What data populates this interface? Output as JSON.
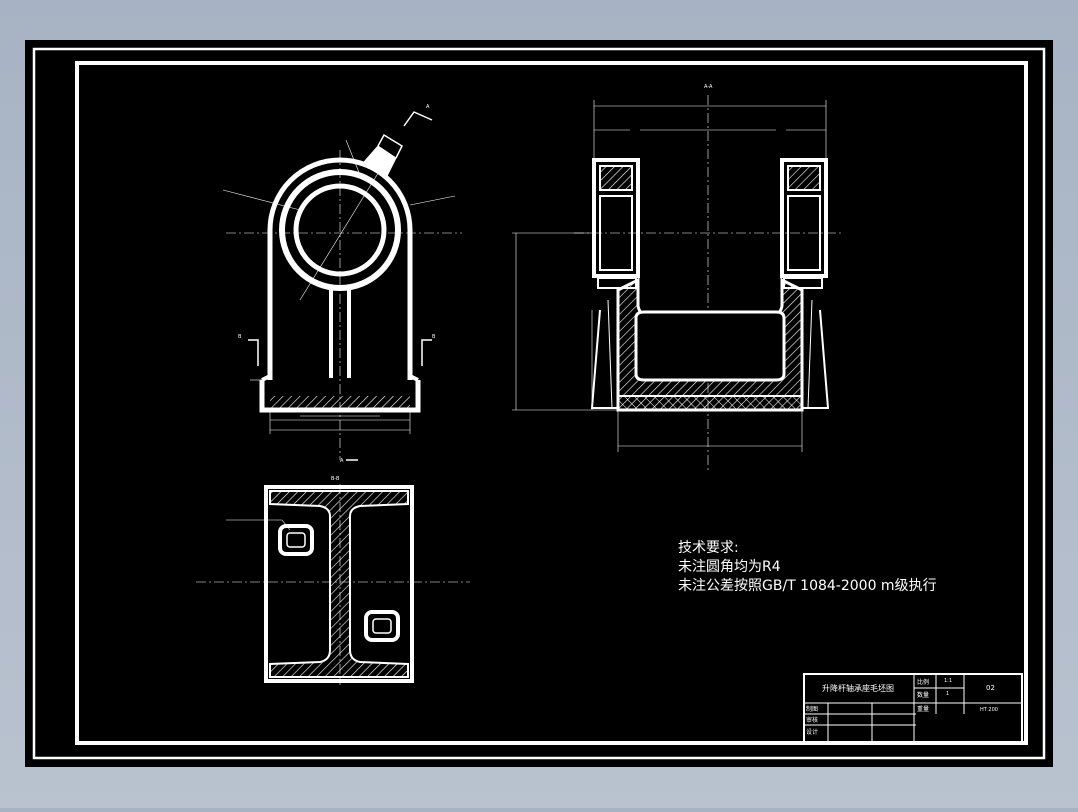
{
  "colors": {
    "background": "#a7b3c4",
    "sheet": "#000000",
    "line": "#ffffff",
    "hatch": "#ffffff"
  },
  "views": {
    "top_left_label": "A",
    "section_bb_label": "B-B",
    "section_aa_label": "A-A",
    "b_left": "B",
    "b_right": "B",
    "a_bottom": "A"
  },
  "notes": {
    "title": "技术要求:",
    "line1": "未注圆角均为R4",
    "line2": "未注公差按照GB/T 1084-2000 m级执行"
  },
  "title_block": {
    "part_name": "升降杆轴承座毛坯图",
    "scale_label": "比例",
    "scale_value": "1:1",
    "qty_label": "数量",
    "qty_value": "1",
    "weight_label": "重量",
    "material": "HT 200",
    "drawing_no": "02",
    "drawn_label": "制图",
    "checked_label": "审核",
    "design_label": "设计"
  }
}
